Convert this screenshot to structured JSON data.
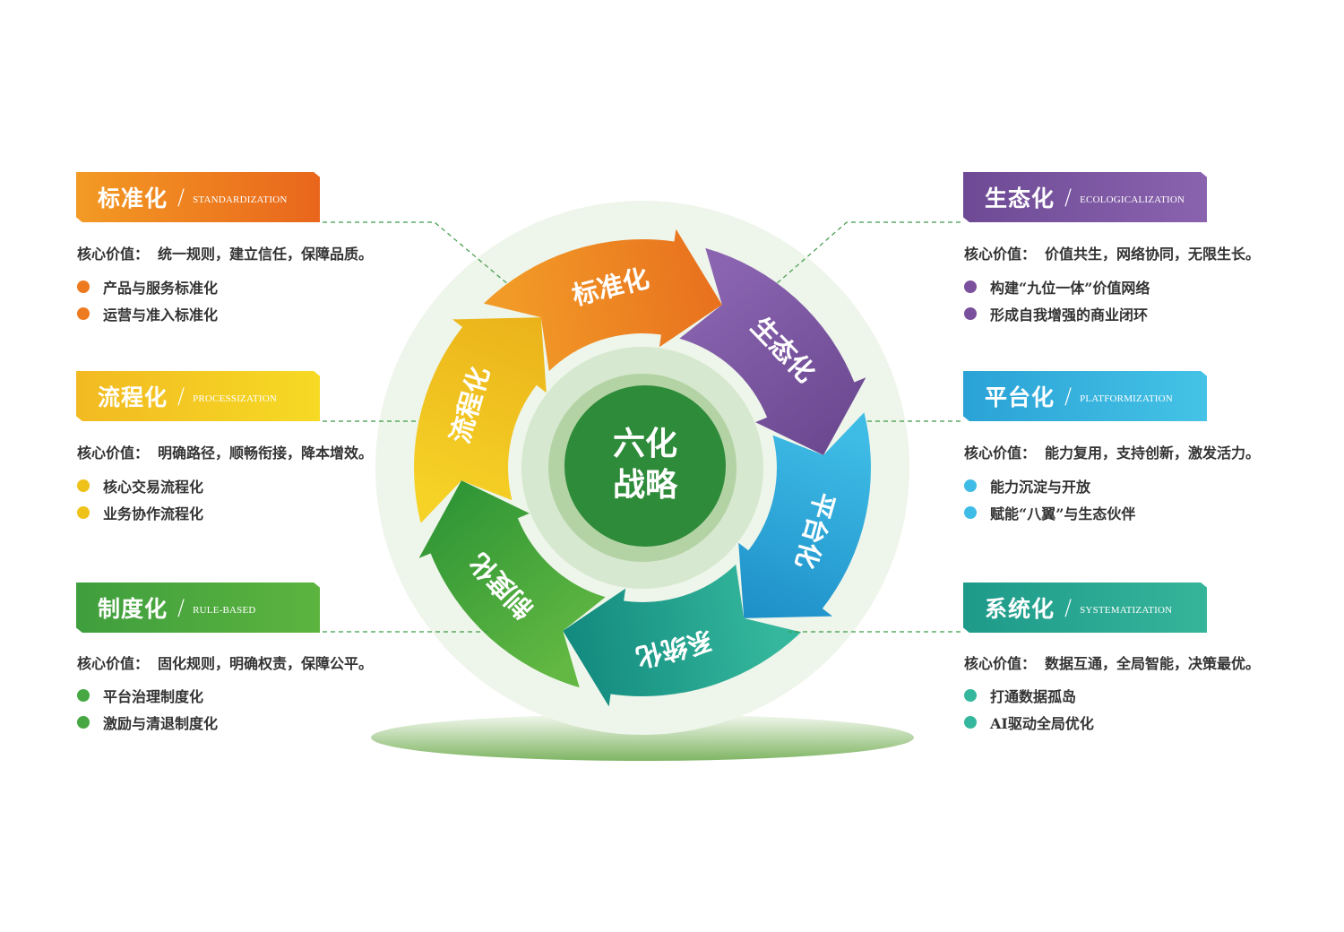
{
  "center": {
    "line1": "六化",
    "line2": "战略"
  },
  "core_label": "核心价值：",
  "colors": {
    "standardization": "#ee7a1f",
    "ecologicalization": "#7a4f9c",
    "platformization": "#2aa7d7",
    "systematization": "#24a08e",
    "rule_based": "#47a843",
    "processization": "#efc21a",
    "center": "#2e8b3a",
    "halo": "#eef5ea"
  },
  "left_panels": [
    {
      "key": "standardization",
      "title": "标准化",
      "en": "STANDARDIZATION",
      "core": "统一规则，建立信任，保障品质。",
      "items": [
        "产品与服务标准化",
        "运营与准入标准化"
      ]
    },
    {
      "key": "processization",
      "title": "流程化",
      "en": "PROCESSIZATION",
      "core": "明确路径，顺畅衔接，降本增效。",
      "items": [
        "核心交易流程化",
        "业务协作流程化"
      ]
    },
    {
      "key": "rule_based",
      "title": "制度化",
      "en": "RULE-BASED",
      "core": "固化规则，明确权责，保障公平。",
      "items": [
        "平台治理制度化",
        "激励与清退制度化"
      ]
    }
  ],
  "right_panels": [
    {
      "key": "ecologicalization",
      "title": "生态化",
      "en": "ECOLOGICALIZATION",
      "core": "价值共生，网络协同，无限生长。",
      "items": [
        "构建“九位一体”价值网络",
        "形成自我增强的商业闭环"
      ]
    },
    {
      "key": "platformization",
      "title": "平台化",
      "en": "PLATFORMIZATION",
      "core": "能力复用，支持创新，激发活力。",
      "items": [
        "能力沉淀与开放",
        "赋能“八翼”与生态伙伴"
      ]
    },
    {
      "key": "systematization",
      "title": "系统化",
      "en": "SYSTEMATIZATION",
      "core": "数据互通，全局智能，决策最优。",
      "items": [
        "打通数据孤岛",
        "AI驱动全局优化"
      ]
    }
  ],
  "cycle": [
    {
      "key": "standardization",
      "label": "标准化",
      "c1": "#f29a27",
      "c2": "#e8701e"
    },
    {
      "key": "ecologicalization",
      "label": "生态化",
      "c1": "#8a64b0",
      "c2": "#6b4890"
    },
    {
      "key": "platformization",
      "label": "平台化",
      "c1": "#3fbce6",
      "c2": "#1d8fc8"
    },
    {
      "key": "systematization",
      "label": "系统化",
      "c1": "#34b79c",
      "c2": "#12897e"
    },
    {
      "key": "rule_based",
      "label": "制度化",
      "c1": "#62b842",
      "c2": "#2e9535"
    },
    {
      "key": "processization",
      "label": "流程化",
      "c1": "#f6d226",
      "c2": "#eab21a"
    }
  ]
}
